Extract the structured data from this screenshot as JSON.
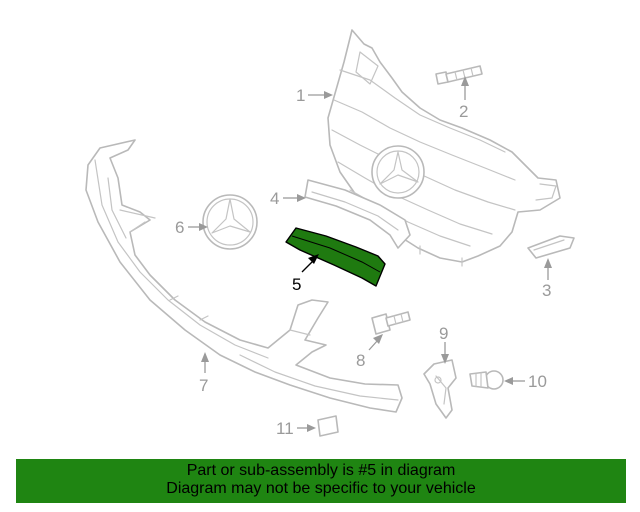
{
  "callouts": {
    "c1": "1",
    "c2": "2",
    "c3": "3",
    "c4": "4",
    "c5": "5",
    "c6": "6",
    "c7": "7",
    "c8": "8",
    "c9": "9",
    "c10": "10",
    "c11": "11"
  },
  "highlighted_part": "5",
  "colors": {
    "highlight": "#1f7a10",
    "banner": "#1f8512",
    "line_art": "#b9b9b9",
    "callout": "#9a9a9a"
  },
  "banner": {
    "line1": "Part or sub-assembly is #5 in diagram",
    "line2": "Diagram may not be specific to your vehicle"
  }
}
